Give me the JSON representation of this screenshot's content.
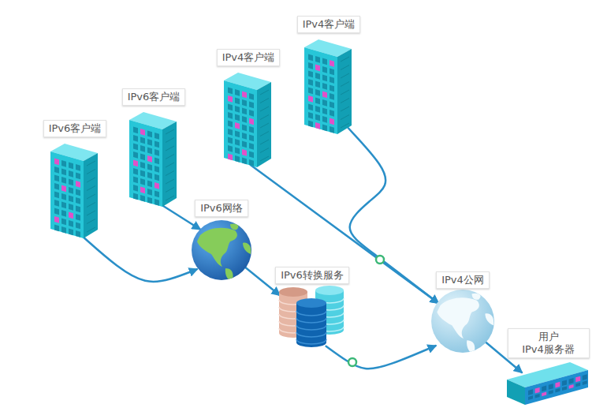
{
  "diagram": {
    "nodes": [
      {
        "text": [
          "IPv6客户端"
        ]
      },
      {
        "text": [
          "IPv6客户端"
        ]
      },
      {
        "text": [
          "IPv4客户端"
        ]
      },
      {
        "text": [
          "IPv4客户端"
        ]
      },
      {
        "text": [
          "IPv6网络"
        ]
      },
      {
        "text": [
          "IPv6转换服务"
        ]
      },
      {
        "text": [
          "IPv4公网"
        ]
      },
      {
        "text": [
          "用户 IPv4服务器"
        ]
      }
    ],
    "edges": [
      {
        "from": 0,
        "to": 4,
        "arrow": "to"
      },
      {
        "from": 1,
        "to": 4,
        "arrow": "to"
      },
      {
        "from": 2,
        "to": 6,
        "arrow": "to"
      },
      {
        "from": 3,
        "to": 6,
        "arrow": "to"
      },
      {
        "from": 4,
        "to": 5,
        "arrow": "to"
      },
      {
        "from": 5,
        "to": 6,
        "arrow": "to"
      },
      {
        "from": 6,
        "to": 7,
        "arrow": "to"
      }
    ]
  }
}
